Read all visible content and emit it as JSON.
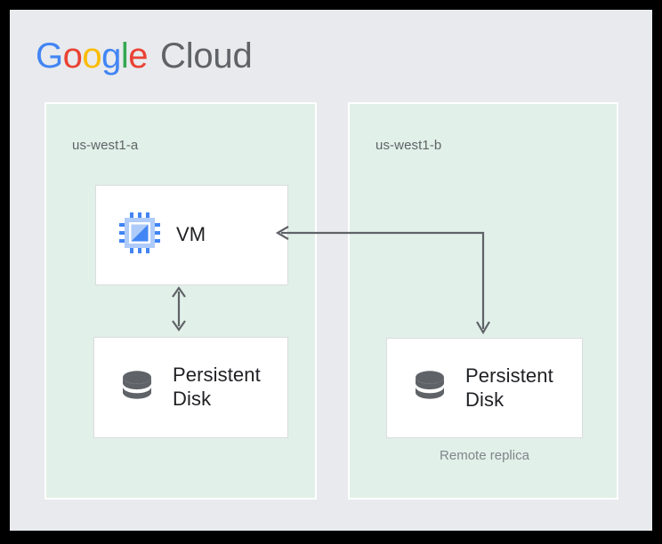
{
  "logo": {
    "google_letters": [
      "G",
      "o",
      "o",
      "g",
      "l",
      "e"
    ],
    "cloud_text": "Cloud",
    "colors": {
      "blue": "#4285f4",
      "red": "#ea4335",
      "yellow": "#fbbc05",
      "green": "#34a853",
      "gray": "#5f6368"
    }
  },
  "diagram": {
    "background": "#e8eaed",
    "zone_fill": "#e1f0e8",
    "card_fill": "#ffffff",
    "arrow_color": "#5f6368",
    "zones": [
      {
        "id": "us-west1-a",
        "label": "us-west1-a",
        "components": [
          {
            "id": "vm",
            "label": "VM",
            "icon": "compute-engine-icon"
          },
          {
            "id": "persistent-disk-a",
            "label": "Persistent Disk",
            "icon": "persistent-disk-icon"
          }
        ]
      },
      {
        "id": "us-west1-b",
        "label": "us-west1-b",
        "components": [
          {
            "id": "persistent-disk-b",
            "label": "Persistent Disk",
            "icon": "persistent-disk-icon",
            "caption": "Remote replica"
          }
        ]
      }
    ],
    "connections": [
      {
        "from": "vm",
        "to": "persistent-disk-a",
        "direction": "bidirectional"
      },
      {
        "from": "persistent-disk-b",
        "to": "vm",
        "direction": "elbow-replication"
      }
    ]
  }
}
